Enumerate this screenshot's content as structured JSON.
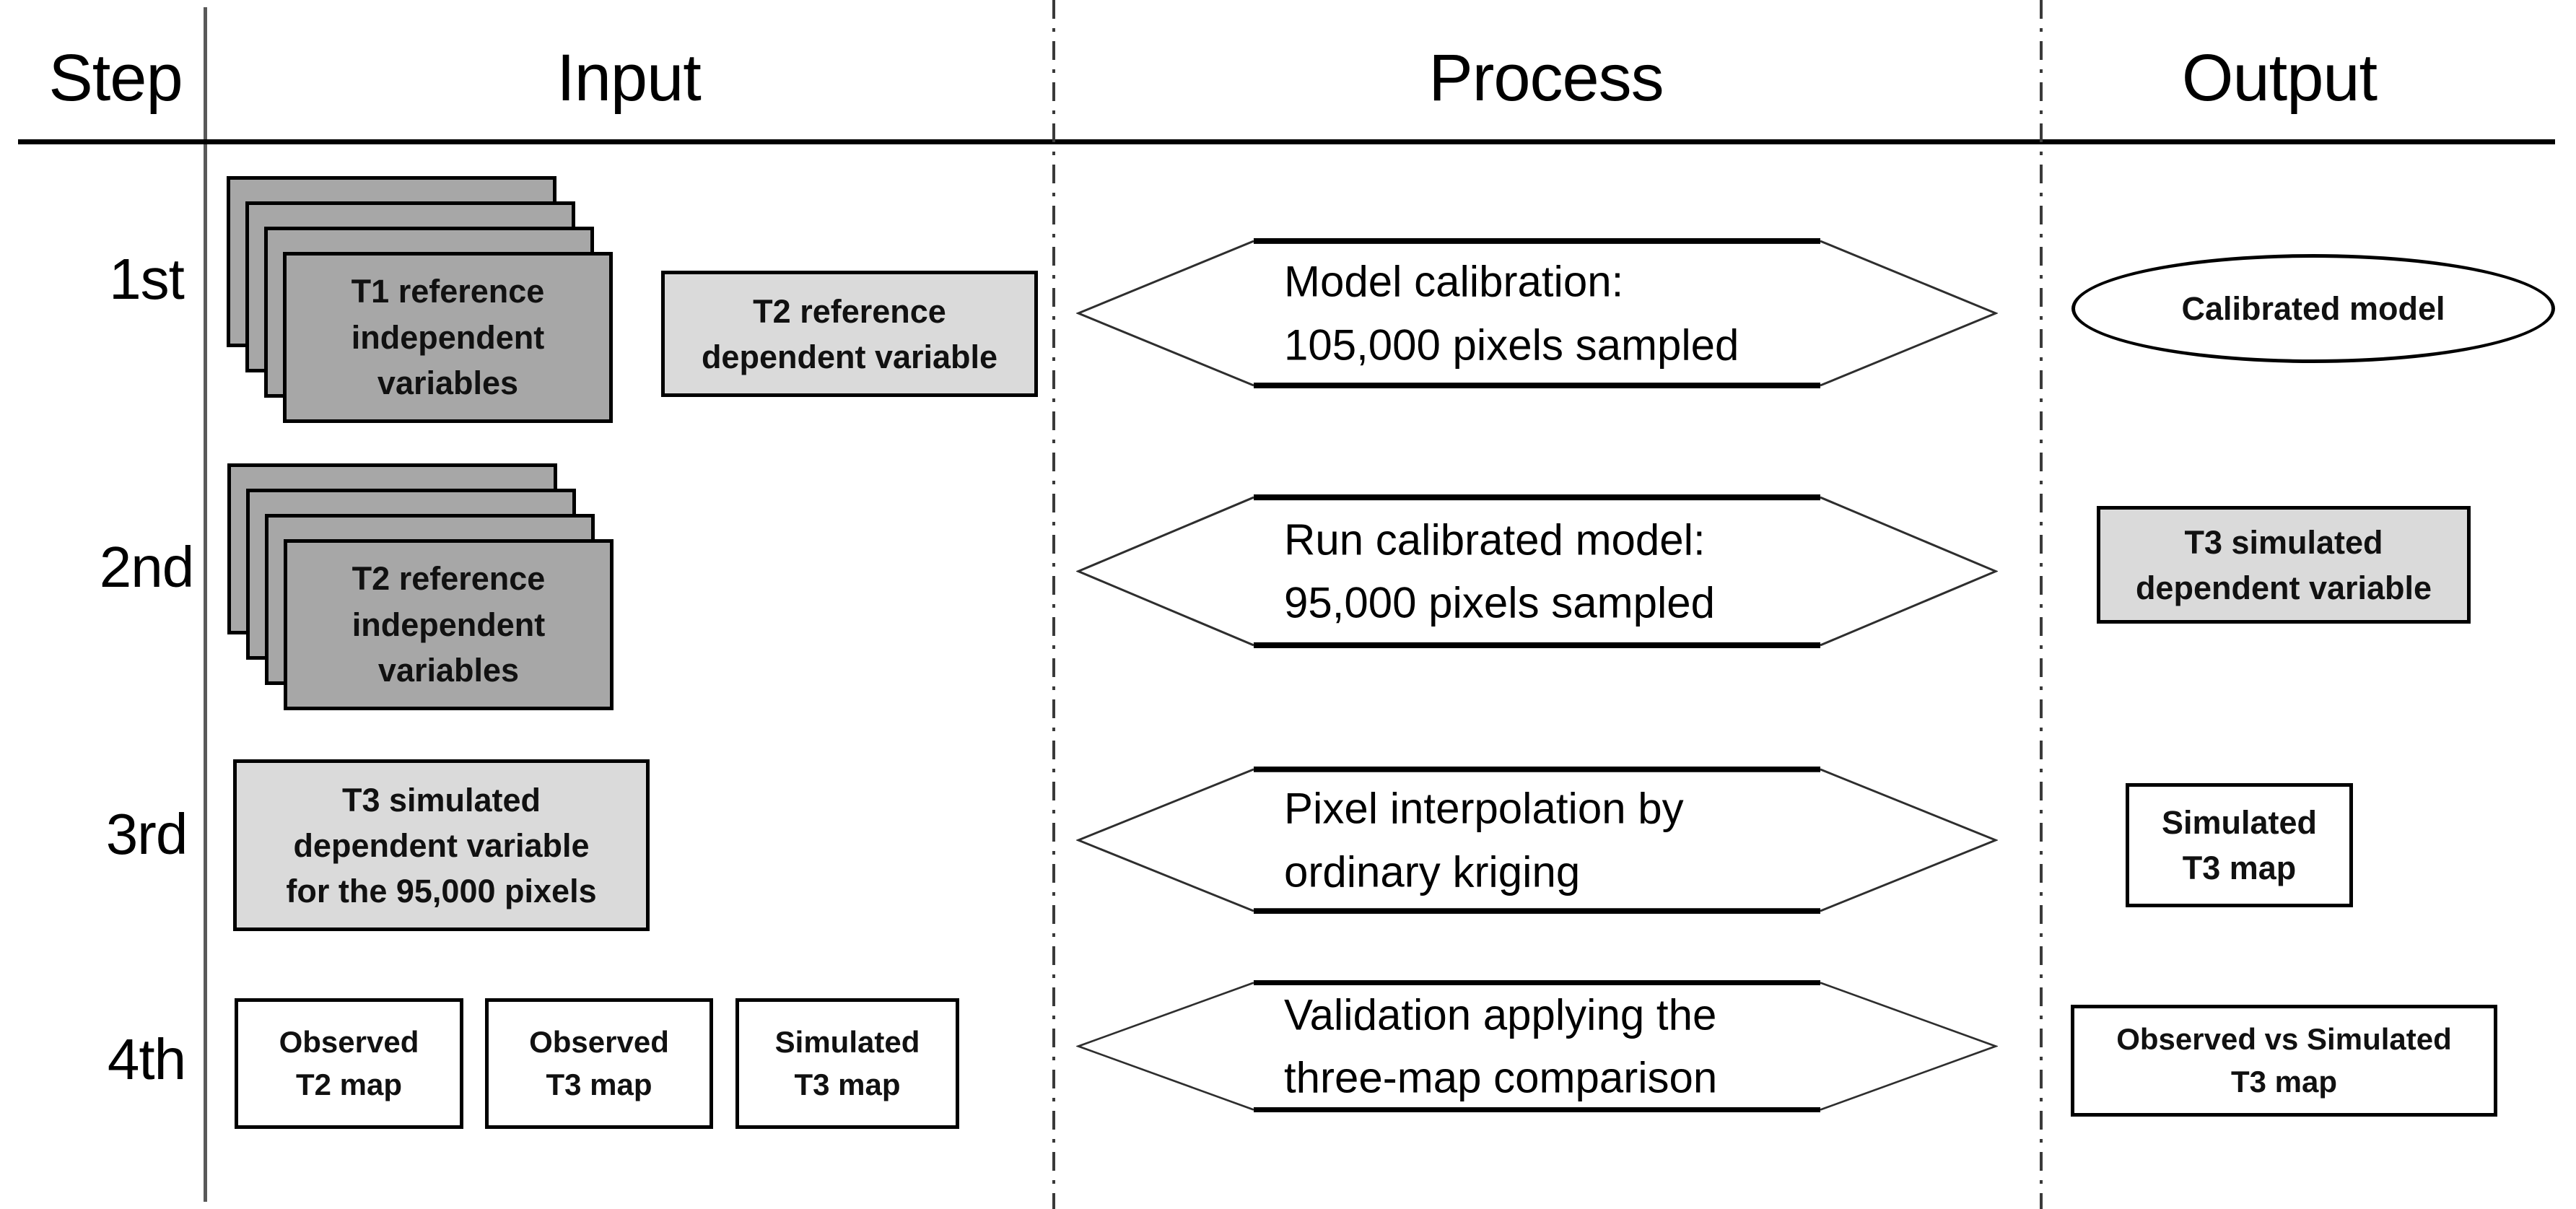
{
  "header": {
    "step": "Step",
    "input": "Input",
    "process": "Process",
    "output": "Output"
  },
  "rows": [
    {
      "step_label": "1st",
      "inputs": {
        "stack_lines": [
          "T1 reference",
          "independent",
          "variables"
        ],
        "box_lines": [
          "T2 reference",
          "dependent variable"
        ]
      },
      "process_lines": [
        "Model calibration:",
        "105,000 pixels sampled"
      ],
      "output": {
        "shape": "ellipse",
        "lines": [
          "Calibrated model"
        ]
      }
    },
    {
      "step_label": "2nd",
      "inputs": {
        "stack_lines": [
          "T2 reference",
          "independent",
          "variables"
        ]
      },
      "process_lines": [
        "Run calibrated model:",
        "95,000 pixels sampled"
      ],
      "output": {
        "shape": "box-light",
        "lines": [
          "T3 simulated",
          "dependent variable"
        ]
      }
    },
    {
      "step_label": "3rd",
      "inputs": {
        "box_lines": [
          "T3 simulated",
          "dependent variable",
          "for the 95,000 pixels"
        ]
      },
      "process_lines": [
        "Pixel interpolation by",
        "ordinary kriging"
      ],
      "output": {
        "shape": "box-white",
        "lines": [
          "Simulated",
          "T3 map"
        ]
      }
    },
    {
      "step_label": "4th",
      "inputs": {
        "boxes": [
          [
            "Observed",
            "T2 map"
          ],
          [
            "Observed",
            "T3 map"
          ],
          [
            "Simulated",
            "T3 map"
          ]
        ]
      },
      "process_lines": [
        "Validation applying the",
        "three-map comparison"
      ],
      "output": {
        "shape": "box-white",
        "lines": [
          "Observed vs Simulated",
          "T3 map"
        ]
      }
    }
  ],
  "colors": {
    "card_dark": "#a7a7a7",
    "box_light": "#dadada",
    "box_border": "#000000",
    "rule": "#000000",
    "step_rule": "#595959",
    "divider": "#3a3a3a",
    "background": "#ffffff",
    "text": "#111111"
  }
}
